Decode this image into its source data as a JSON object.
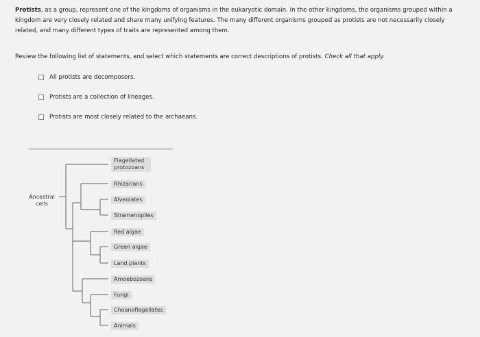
{
  "intro": {
    "bold_lead": "Protists",
    "text": ", as a group, represent one of the kingdoms of organisms in the eukaryotic domain. In the other kingdoms, the organisms grouped within a kingdom are very closely related and share many unifying features. The many different organisms grouped as protists are not necessarily closely related, and many different types of traits are represented among them."
  },
  "question": {
    "text": "Review the following list of statements, and select which statements are correct descriptions of protists. ",
    "instruction": "Check all that apply."
  },
  "options": [
    {
      "label": "All protists are decomposers.",
      "checked": false
    },
    {
      "label": "Protists are a collection of lineages.",
      "checked": false
    },
    {
      "label": "Protists are most closely related to the archaeans.",
      "checked": false
    }
  ],
  "tree": {
    "root_label": "Ancestral cells",
    "taxa": [
      "Flagellated protozoans",
      "Rhizarians",
      "Alveolates",
      "Stramenopiles",
      "Red algae",
      "Green algae",
      "Land plants",
      "Amoebozoans",
      "Fungi",
      "Choanoflagellates",
      "Animals"
    ]
  }
}
